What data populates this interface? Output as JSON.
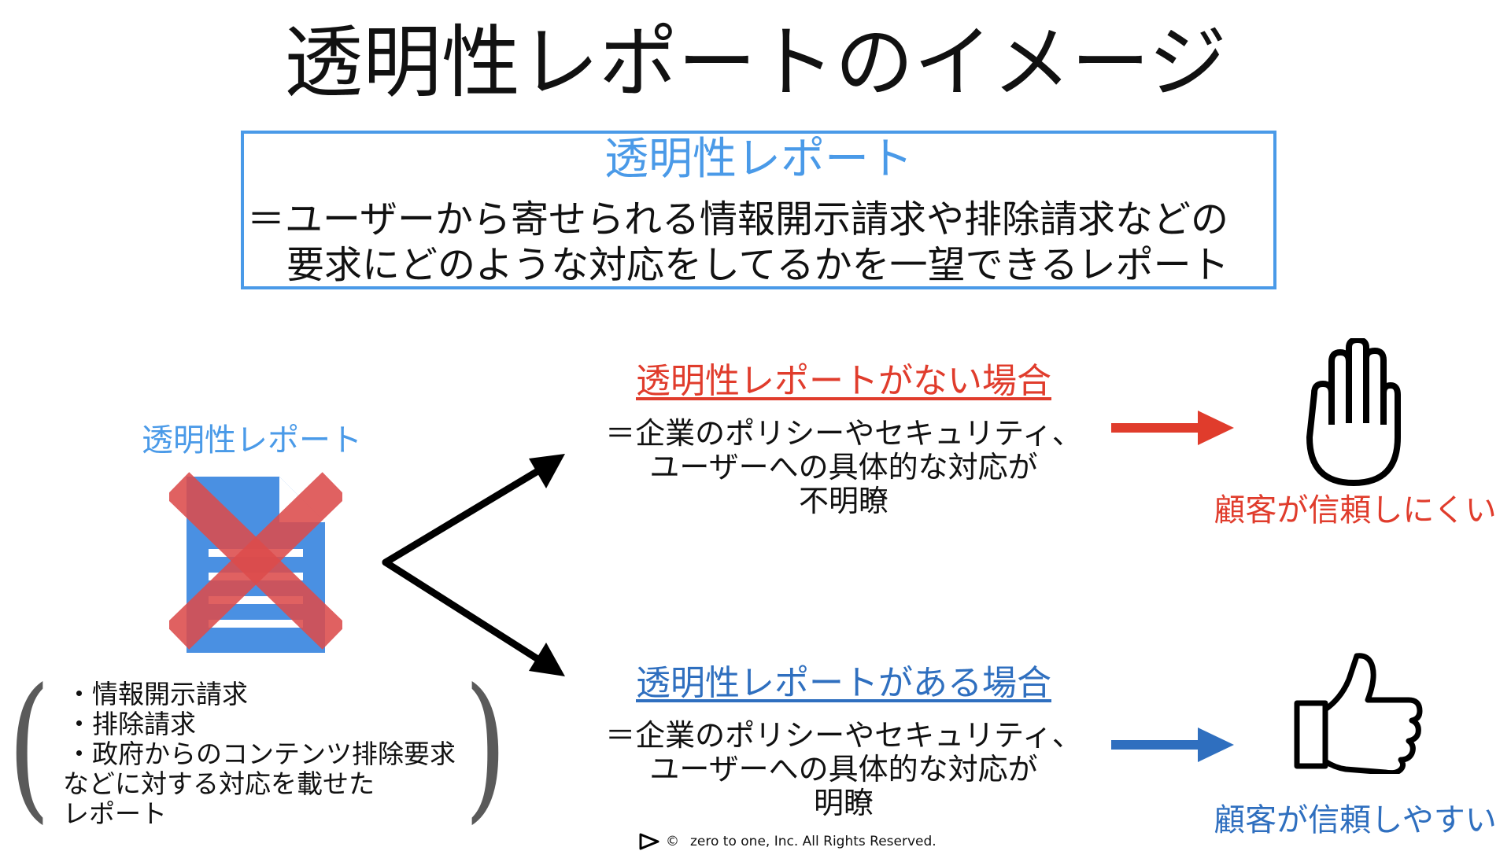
{
  "title": "透明性レポートのイメージ",
  "definition": {
    "heading": "透明性レポート",
    "line1": "＝ユーザーから寄せられる情報開示請求や排除請求などの",
    "line2": "要求にどのような対応をしてるかを一望できるレポート"
  },
  "document": {
    "label": "透明性レポート",
    "icon": "document-crossed-out-icon"
  },
  "bracket_note": {
    "lines": [
      "・情報開示請求",
      "・排除請求",
      "・政府からのコンテンツ排除要求",
      "などに対する対応を載せた",
      "レポート"
    ]
  },
  "case_without": {
    "heading": "透明性レポートがない場合",
    "desc": [
      "＝企業のポリシーやセキュリティ、",
      "ユーザーへの具体的な対応が",
      "不明瞭"
    ],
    "result": "顧客が信頼しにくい",
    "icon": "stop-hand-icon"
  },
  "case_with": {
    "heading": "透明性レポートがある場合",
    "desc": [
      "＝企業のポリシーやセキュリティ、",
      "ユーザーへの具体的な対応が",
      "明瞭"
    ],
    "result": "顧客が信頼しやすい",
    "icon": "thumbs-up-icon"
  },
  "colors": {
    "blue": "#4a9ae8",
    "red": "#e03c2c",
    "dark_blue": "#2f6fbf",
    "doc_blue": "#4a90e2",
    "cross_red": "#dc4b4b"
  },
  "footer": {
    "text": "zero to one, Inc. All Rights Reserved.",
    "copyright": "©"
  }
}
